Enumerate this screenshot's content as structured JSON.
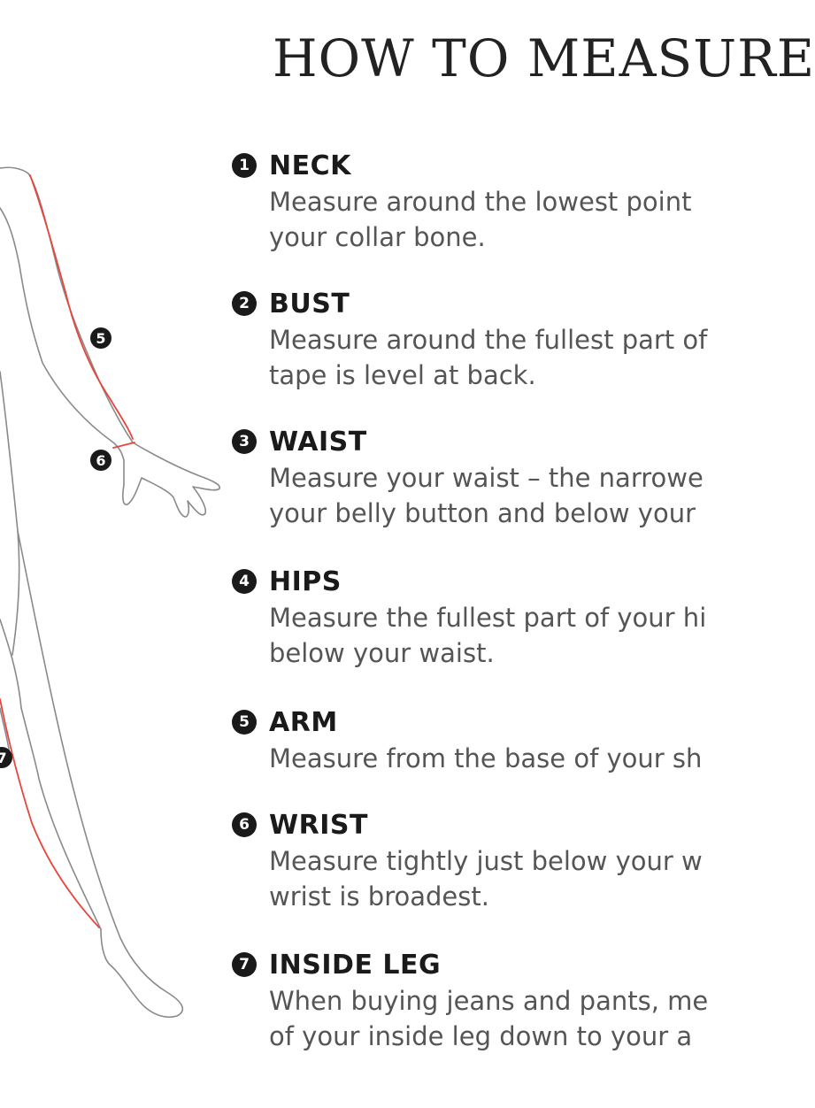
{
  "title": "HOW TO MEASURE",
  "colors": {
    "measure_line": "#e8453c",
    "outline": "#8a8a8a",
    "text": "#555555"
  },
  "figure_markers": [
    "5",
    "6",
    "7"
  ],
  "steps": [
    {
      "num": "1",
      "label": "NECK",
      "lines": [
        "Measure around the lowest point",
        "your collar bone."
      ]
    },
    {
      "num": "2",
      "label": "BUST",
      "lines": [
        "Measure around the fullest part of",
        "tape is level at back."
      ]
    },
    {
      "num": "3",
      "label": "WAIST",
      "lines": [
        "Measure your waist – the narrowe",
        "your belly button and below your"
      ]
    },
    {
      "num": "4",
      "label": "HIPS",
      "lines": [
        "Measure the fullest part of your hi",
        "below your waist."
      ]
    },
    {
      "num": "5",
      "label": "ARM",
      "lines": [
        "Measure from the base of your sh"
      ]
    },
    {
      "num": "6",
      "label": "WRIST",
      "lines": [
        "Measure tightly just below your w",
        "wrist is broadest."
      ]
    },
    {
      "num": "7",
      "label": "INSIDE LEG",
      "lines": [
        "When buying jeans and pants, me",
        "of your inside leg down to your a"
      ]
    }
  ]
}
